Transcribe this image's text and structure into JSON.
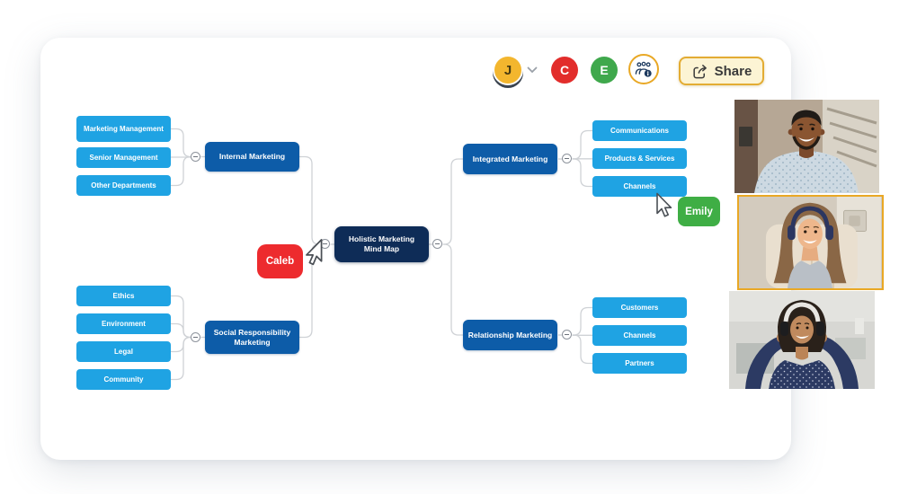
{
  "toolbar": {
    "user_menu": {
      "initial": "J"
    },
    "collaborators": [
      {
        "initial": "C"
      },
      {
        "initial": "E"
      }
    ],
    "share_label": "Share"
  },
  "mindmap": {
    "root": {
      "line1": "Holistic Marketing",
      "line2": "Mind Map"
    },
    "left_branches": [
      {
        "label": "Internal Marketing",
        "children": [
          "Marketing Management",
          "Senior Management",
          "Other Departments"
        ]
      },
      {
        "label": "Social Responsibility Marketing",
        "children": [
          "Ethics",
          "Environment",
          "Legal",
          "Community"
        ]
      }
    ],
    "right_branches": [
      {
        "label": "Integrated Marketing",
        "children": [
          "Communications",
          "Products & Services",
          "Channels"
        ]
      },
      {
        "label": "Relationship Marketing",
        "children": [
          "Customers",
          "Channels",
          "Partners"
        ]
      }
    ]
  },
  "live_cursors": [
    {
      "name": "Caleb",
      "color": "#ED2B2E"
    },
    {
      "name": "Emily",
      "color": "#3FAE45"
    }
  ],
  "video_call": {
    "participants": [
      {
        "description": "man smiling in patterned shirt",
        "active": false
      },
      {
        "description": "woman with headphones in armchair",
        "active": true
      },
      {
        "description": "woman with headset holding earcups",
        "active": false
      }
    ]
  },
  "colors": {
    "leaf_blue": "#1FA3E3",
    "branch_blue": "#0D5CA8",
    "root_navy": "#0E2C57",
    "connector_gray": "#CFD2D6",
    "accent_yellow": "#E9A825",
    "avatar_j": "#F3B62E",
    "avatar_c": "#E22D2B",
    "avatar_e": "#3FA84C"
  }
}
